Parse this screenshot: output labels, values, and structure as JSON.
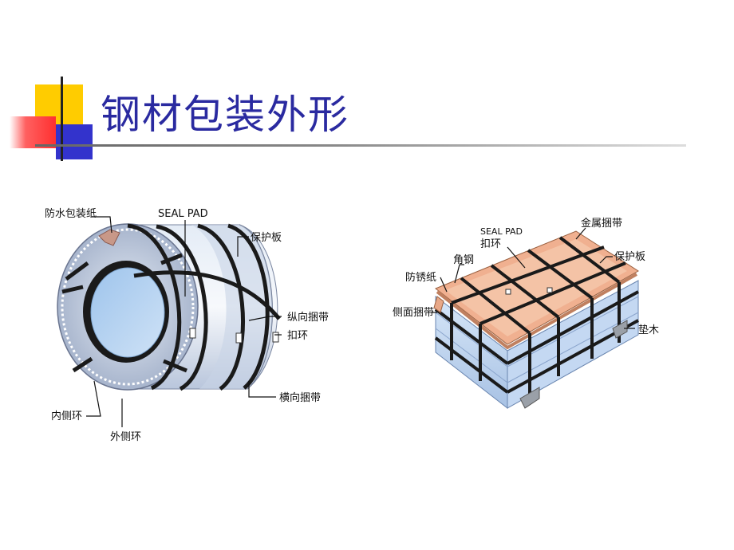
{
  "title": "钢材包装外形",
  "coil_labels": {
    "waterproof_paper": "防水包装纸",
    "seal_pad": "SEAL PAD",
    "protect_plate": "保护板",
    "longitudinal_strap": "纵向捆带",
    "buckle": "扣环",
    "transverse_strap": "横向捆带",
    "inner_ring": "内侧环",
    "outer_ring": "外侧环"
  },
  "sheet_labels": {
    "seal_pad": "SEAL PAD",
    "buckle": "扣环",
    "metal_strap": "金属捆带",
    "corner_steel": "角钢",
    "protect_plate": "保护板",
    "antirust_paper": "防锈纸",
    "side_strap": "侧面捆带",
    "skid": "垫木"
  },
  "colors": {
    "title": "#2a2aa0",
    "deco_yellow": "#ffcc00",
    "deco_red": "#ff4040",
    "deco_blue": "#3333cc",
    "plate": "#f0b090",
    "strap": "#1a1a1a",
    "side_blue": "#bcd4f0"
  }
}
